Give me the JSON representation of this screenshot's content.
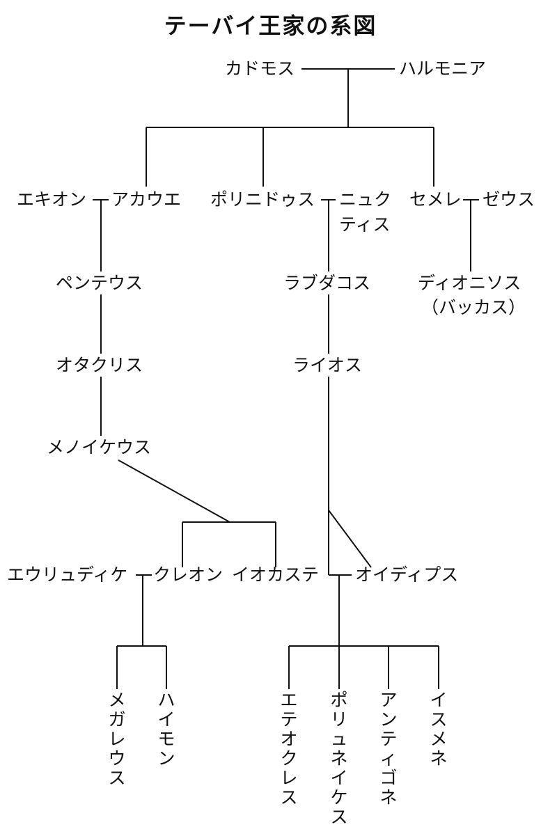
{
  "title": "テーバイ王家の系図",
  "people": {
    "cadmus": "カドモス",
    "harmonia": "ハルモニア",
    "echion": "エキオン",
    "agave": "アカウエ",
    "polydorus": "ポリニドゥス",
    "nycteis_1": "ニュク",
    "nycteis_2": "ティス",
    "semele": "セメレ",
    "zeus": "ゼウス",
    "pentheus": "ペンテウス",
    "labdacus": "ラブダコス",
    "dionysus": "ディオニソス",
    "bacchus": "（バッカス）",
    "oclasus": "オタクリス",
    "laius": "ライオス",
    "menoeceus": "メノイケウス",
    "eurydice": "エウリュディケ",
    "creon": "クレオン",
    "jocasta": "イオカステ",
    "oedipus": "オイディプス",
    "megareus": "メガレウス",
    "haemon": "ハイモン",
    "eteocles": "エテオクレス",
    "polynices": "ポリュネイケス",
    "antigone": "アンティゴネ",
    "ismene": "イスメネ"
  }
}
